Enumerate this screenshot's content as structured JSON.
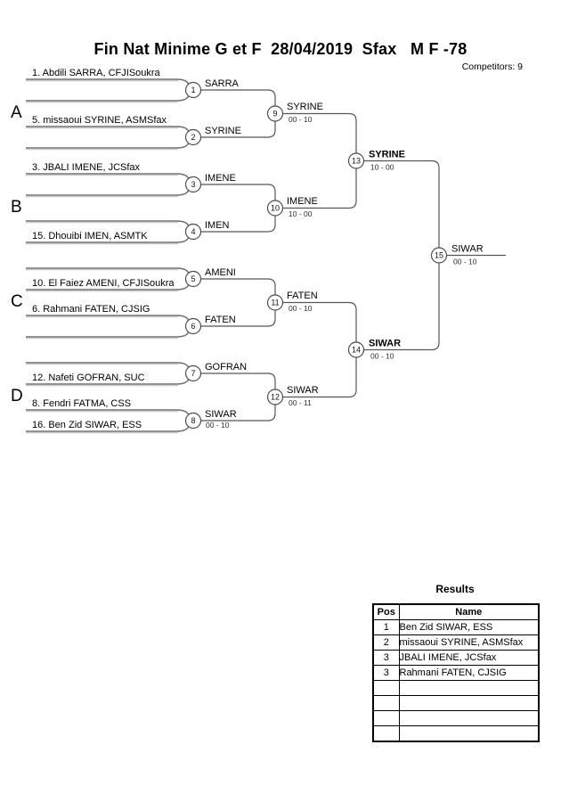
{
  "header": {
    "title": "Fin Nat Minime G et F  28/04/2019  Sfax   M F -78",
    "competitors_label": "Competitors: 9"
  },
  "bracket": {
    "section_labels": [
      "A",
      "B",
      "C",
      "D"
    ],
    "seeds": [
      "1. Abdili SARRA, CFJISoukra",
      "5. missaoui SYRINE, ASMSfax",
      "3. JBALI IMENE, JCSfax",
      "15. Dhouibi IMEN, ASMTK",
      "10. El Faiez AMENI, CFJISoukra",
      "6. Rahmani FATEN, CJSIG",
      "12. Nafeti GOFRAN, SUC",
      "8. Fendri FATMA, CSS",
      "16. Ben Zid SIWAR, ESS"
    ],
    "matches": [
      {
        "num": "1",
        "winner": "SARRA",
        "score": ""
      },
      {
        "num": "2",
        "winner": "SYRINE",
        "score": ""
      },
      {
        "num": "3",
        "winner": "IMENE",
        "score": ""
      },
      {
        "num": "4",
        "winner": "IMEN",
        "score": ""
      },
      {
        "num": "5",
        "winner": "AMENI",
        "score": ""
      },
      {
        "num": "6",
        "winner": "FATEN",
        "score": ""
      },
      {
        "num": "7",
        "winner": "GOFRAN",
        "score": ""
      },
      {
        "num": "8",
        "winner": "SIWAR",
        "score": "00 - 10"
      },
      {
        "num": "9",
        "winner": "SYRINE",
        "score": "00 - 10"
      },
      {
        "num": "10",
        "winner": "IMENE",
        "score": "10 - 00"
      },
      {
        "num": "11",
        "winner": "FATEN",
        "score": "00 - 10"
      },
      {
        "num": "12",
        "winner": "SIWAR",
        "score": "00 - 11"
      },
      {
        "num": "13",
        "winner": "SYRINE",
        "score": "10 - 00"
      },
      {
        "num": "14",
        "winner": "SIWAR",
        "score": "00 - 10"
      },
      {
        "num": "15",
        "winner": "SIWAR",
        "score": "00 - 10"
      }
    ]
  },
  "results": {
    "title": "Results",
    "columns": [
      "Pos",
      "Name"
    ],
    "rows": [
      {
        "pos": "1",
        "name": "Ben Zid SIWAR, ESS"
      },
      {
        "pos": "2",
        "name": "missaoui SYRINE, ASMSfax"
      },
      {
        "pos": "3",
        "name": "JBALI IMENE, JCSfax"
      },
      {
        "pos": "3",
        "name": "Rahmani FATEN, CJSIG"
      },
      {
        "pos": "",
        "name": ""
      },
      {
        "pos": "",
        "name": ""
      },
      {
        "pos": "",
        "name": ""
      },
      {
        "pos": "",
        "name": ""
      }
    ]
  }
}
